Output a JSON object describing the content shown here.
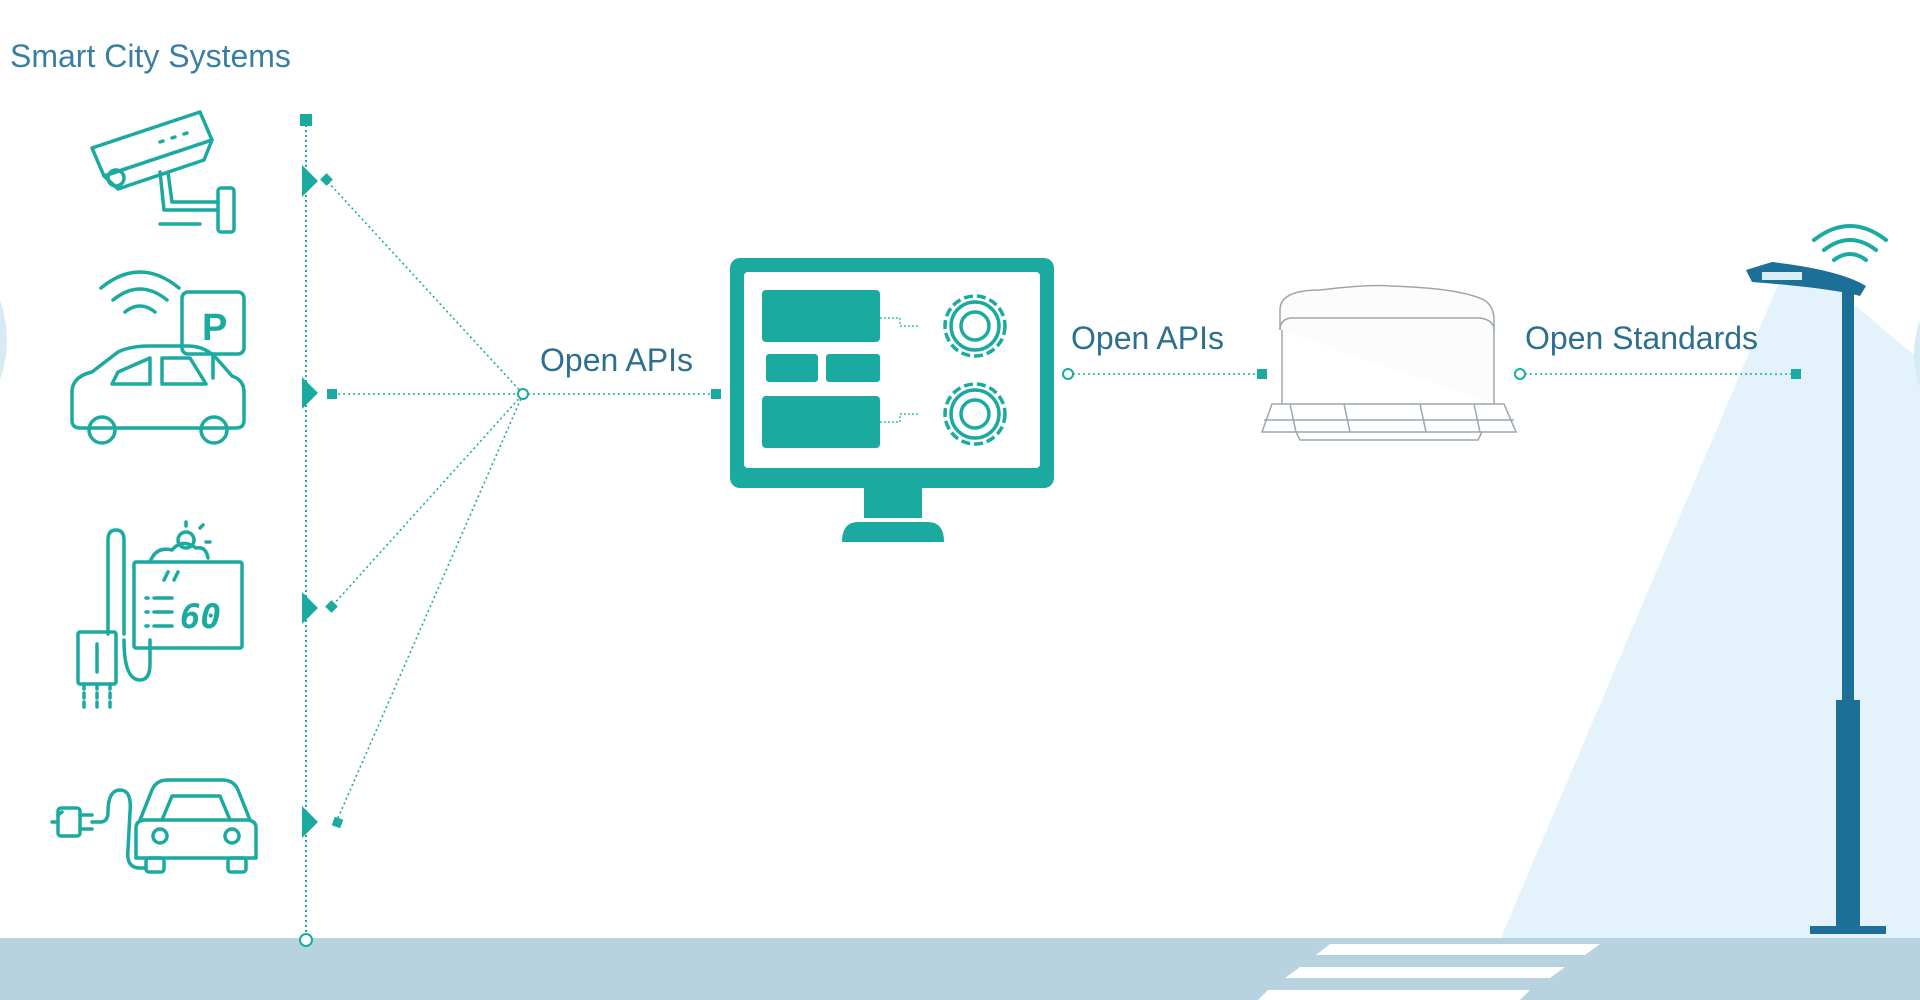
{
  "title": "Smart City Systems",
  "connections": {
    "systems_to_platform": "Open APIs",
    "platform_to_controller": "Open APIs",
    "controller_to_streetlight": "Open Standards"
  },
  "colors": {
    "accent": "#1aaaa0",
    "text": "#2d6f8f",
    "pole": "#1c6f96",
    "road": "#b7d3df",
    "light_beam": "#e3f3fb"
  },
  "icons": [
    "cctv-camera-icon",
    "smart-parking-icon",
    "weather-display-icon",
    "ev-charging-icon",
    "management-monitor-icon",
    "streetlight-controller-icon",
    "streetlight-icon",
    "wifi-icon"
  ]
}
